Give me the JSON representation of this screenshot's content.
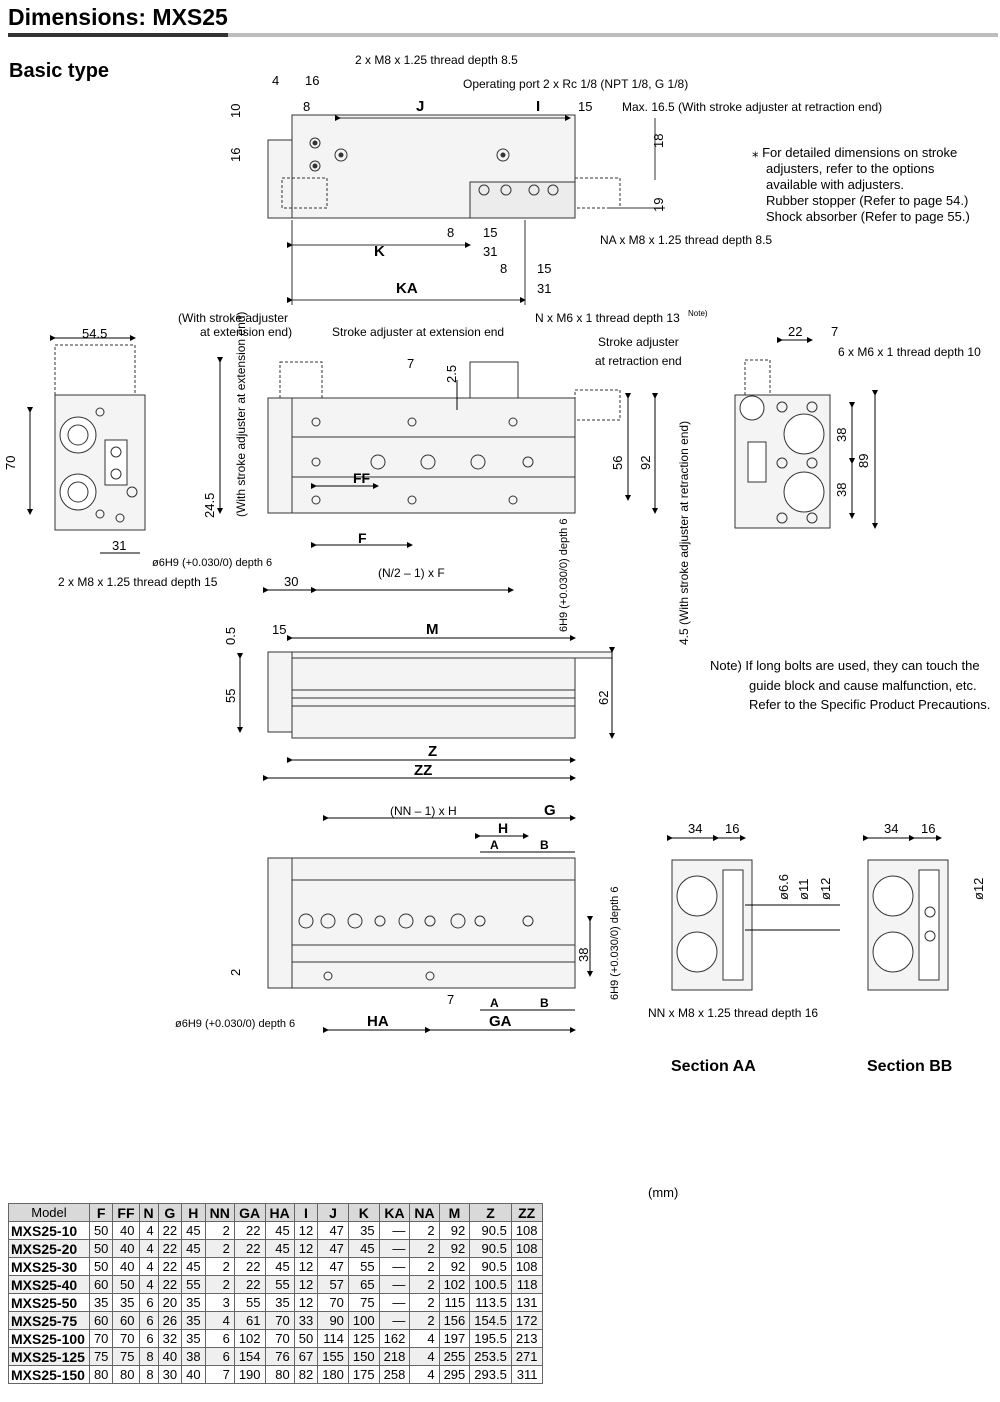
{
  "header": {
    "title": "Dimensions: MXS25",
    "subtitle": "Basic type"
  },
  "top_view": {
    "dims": [
      "4",
      "16",
      "8",
      "J",
      "I",
      "15",
      "10",
      "16",
      "18",
      "19",
      "K",
      "8",
      "15",
      "31",
      "8",
      "15",
      "KA",
      "31"
    ],
    "callout_thread": "2 x M8 x 1.25 thread depth 8.5",
    "callout_port": "Operating port 2 x Rc 1/8 (NPT 1/8, G 1/8)",
    "callout_max": "Max. 16.5 (With stroke adjuster at retraction end)",
    "callout_na": "NA x M8 x 1.25 thread depth 8.5"
  },
  "notes_adjuster": [
    "⁎ For detailed dimensions on stroke",
    "adjusters, refer to the options",
    "available with adjusters.",
    "Rubber stopper (Refer to page 54.)",
    "Shock absorber (Refer to page 55.)"
  ],
  "middle_view": {
    "with_adjuster_ext": "(With stroke adjuster",
    "with_adjuster_ext2": "at extension end)",
    "stroke_adj_ext": "Stroke adjuster at extension end",
    "n_thread": "N x M6 x 1 thread depth 13",
    "note_sup": "Note)",
    "stroke_adj_ret1": "Stroke adjuster",
    "stroke_adj_ret2": "at retraction end",
    "dims": [
      "54.5",
      "70",
      "31",
      "7",
      "2.5",
      "56",
      "92",
      "24.5",
      "FF",
      "F",
      "30"
    ],
    "left_vertical": "(With stroke adjuster at extension end)",
    "right_vertical": "4.5 (With stroke adjuster at retraction end)",
    "pin_hole": "ø6H9 (+0.030/0) depth 6",
    "pin_hole_v": "6H9 (+0.030/0) depth 6",
    "bottom_thread": "2 x M8 x 1.25 thread depth 15",
    "formula": "(N/2 – 1) x F"
  },
  "end_view": {
    "dims": [
      "22",
      "7",
      "38",
      "38",
      "89"
    ],
    "callout": "6 x M6 x 1 thread depth 10"
  },
  "side_view": {
    "dims": [
      "0.5",
      "15",
      "M",
      "55",
      "62",
      "Z",
      "ZZ"
    ]
  },
  "note_long_bolts": [
    "Note) If long bolts are used, they can touch the",
    "guide block and cause malfunction, etc.",
    "Refer to the Specific Product Precautions."
  ],
  "bottom_view": {
    "dims": [
      "(NN – 1) x H",
      "G",
      "H",
      "A",
      "B",
      "38",
      "2",
      "7",
      "A",
      "B",
      "HA",
      "GA"
    ],
    "pin_hole": "ø6H9 (+0.030/0) depth 6",
    "pin_hole_v": "6H9 (+0.030/0) depth 6",
    "nn_thread": "NN x M8 x 1.25 thread depth 16"
  },
  "sections": {
    "aa_dims": [
      "34",
      "16",
      "ø6.6",
      "ø11",
      "ø12"
    ],
    "bb_dims": [
      "34",
      "16",
      "ø12"
    ],
    "labels": [
      "Section AA",
      "Section BB"
    ]
  },
  "table": {
    "unit": "(mm)",
    "columns": [
      "Model",
      "F",
      "FF",
      "N",
      "G",
      "H",
      "NN",
      "GA",
      "HA",
      "I",
      "J",
      "K",
      "KA",
      "NA",
      "M",
      "Z",
      "ZZ"
    ],
    "rows": [
      [
        "MXS25-10",
        "50",
        "40",
        "4",
        "22",
        "45",
        "2",
        "22",
        "45",
        "12",
        "47",
        "35",
        "—",
        "2",
        "92",
        "90.5",
        "108"
      ],
      [
        "MXS25-20",
        "50",
        "40",
        "4",
        "22",
        "45",
        "2",
        "22",
        "45",
        "12",
        "47",
        "45",
        "—",
        "2",
        "92",
        "90.5",
        "108"
      ],
      [
        "MXS25-30",
        "50",
        "40",
        "4",
        "22",
        "45",
        "2",
        "22",
        "45",
        "12",
        "47",
        "55",
        "—",
        "2",
        "92",
        "90.5",
        "108"
      ],
      [
        "MXS25-40",
        "60",
        "50",
        "4",
        "22",
        "55",
        "2",
        "22",
        "55",
        "12",
        "57",
        "65",
        "—",
        "2",
        "102",
        "100.5",
        "118"
      ],
      [
        "MXS25-50",
        "35",
        "35",
        "6",
        "20",
        "35",
        "3",
        "55",
        "35",
        "12",
        "70",
        "75",
        "—",
        "2",
        "115",
        "113.5",
        "131"
      ],
      [
        "MXS25-75",
        "60",
        "60",
        "6",
        "26",
        "35",
        "4",
        "61",
        "70",
        "33",
        "90",
        "100",
        "—",
        "2",
        "156",
        "154.5",
        "172"
      ],
      [
        "MXS25-100",
        "70",
        "70",
        "6",
        "32",
        "35",
        "6",
        "102",
        "70",
        "50",
        "114",
        "125",
        "162",
        "4",
        "197",
        "195.5",
        "213"
      ],
      [
        "MXS25-125",
        "75",
        "75",
        "8",
        "40",
        "38",
        "6",
        "154",
        "76",
        "67",
        "155",
        "150",
        "218",
        "4",
        "255",
        "253.5",
        "271"
      ],
      [
        "MXS25-150",
        "80",
        "80",
        "8",
        "30",
        "40",
        "7",
        "190",
        "80",
        "82",
        "180",
        "175",
        "258",
        "4",
        "295",
        "293.5",
        "311"
      ]
    ]
  }
}
